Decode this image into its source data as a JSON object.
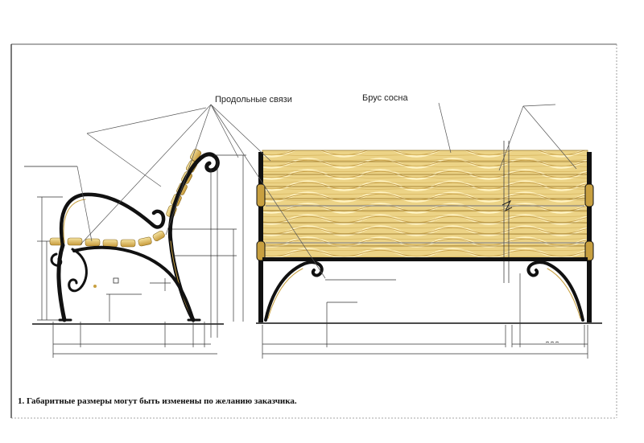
{
  "labels": {
    "longitudinal_ties": "Продольные связи",
    "pine_beam": "Брус сосна"
  },
  "note": "1. Габаритные размеры могут быть изменены по желанию заказчика.",
  "colors": {
    "frame": "#111111",
    "wood_light": "#f2dc8e",
    "wood_mid": "#dcb450",
    "wood_dark": "#b88a2a",
    "gold_accent": "#c8a040",
    "leader": "#555555"
  },
  "views": [
    "side-view",
    "front-view"
  ]
}
